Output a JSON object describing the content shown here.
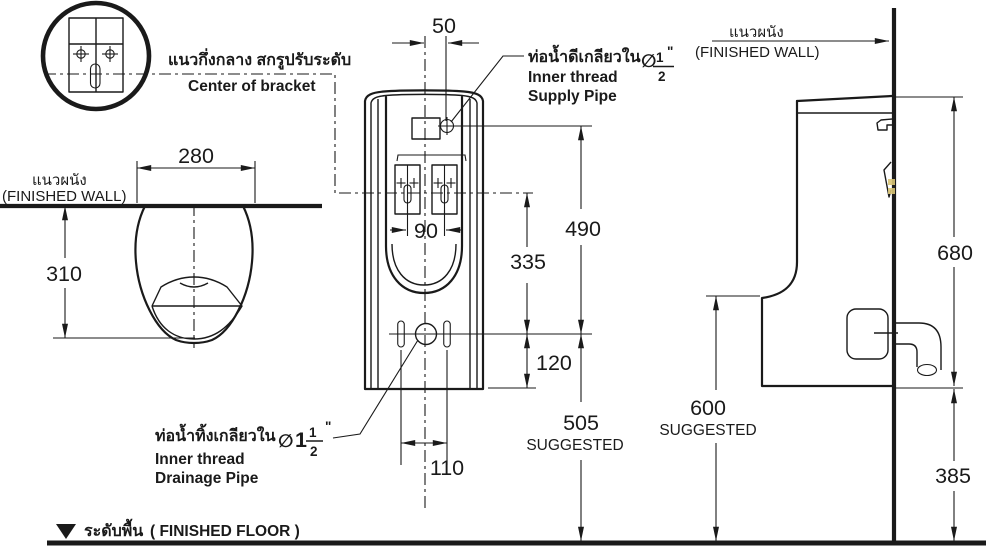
{
  "colors": {
    "ink": "#1a1a1a",
    "highlight": "#d8c476"
  },
  "detail": {
    "label_th": "แนวกึ่งกลาง สกรูปรับระดับ",
    "label_en": "Center of bracket"
  },
  "top_view": {
    "wall_label_th": "แนวผนัง",
    "wall_label_en": "(FINISHED WALL)",
    "width_mm": "280",
    "depth_mm": "310"
  },
  "front_view": {
    "supply_offset_mm": "50",
    "bracket_spacing_mm": "90",
    "supply_height_mm": "490",
    "bracket_to_drain_mm": "335",
    "drain_to_bottom_mm": "120",
    "drain_height_mm": "505",
    "drain_height_note": "SUGGESTED",
    "slot_spacing_mm": "110",
    "supply": {
      "th": "ท่อน้ำดีเกลียวใน",
      "dia": "∅",
      "num": "1",
      "den": "2",
      "inch": "\"",
      "en1": "Inner thread",
      "en2": "Supply Pipe"
    },
    "drain": {
      "th": "ท่อน้ำทิ้งเกลียวใน",
      "dia": "∅",
      "whole": "1",
      "num": "1",
      "den": "2",
      "inch": "\"",
      "en1": "Inner thread",
      "en2": "Drainage Pipe"
    }
  },
  "side_view": {
    "wall_label_th": "แนวผนัง",
    "wall_label_en": "(FINISHED WALL)",
    "height_mm": "680",
    "rim_height_mm": "600",
    "rim_height_note": "SUGGESTED",
    "outlet_height_mm": "385"
  },
  "floor": {
    "label_th": "ระดับพื้น",
    "label_en": "( FINISHED FLOOR )"
  }
}
